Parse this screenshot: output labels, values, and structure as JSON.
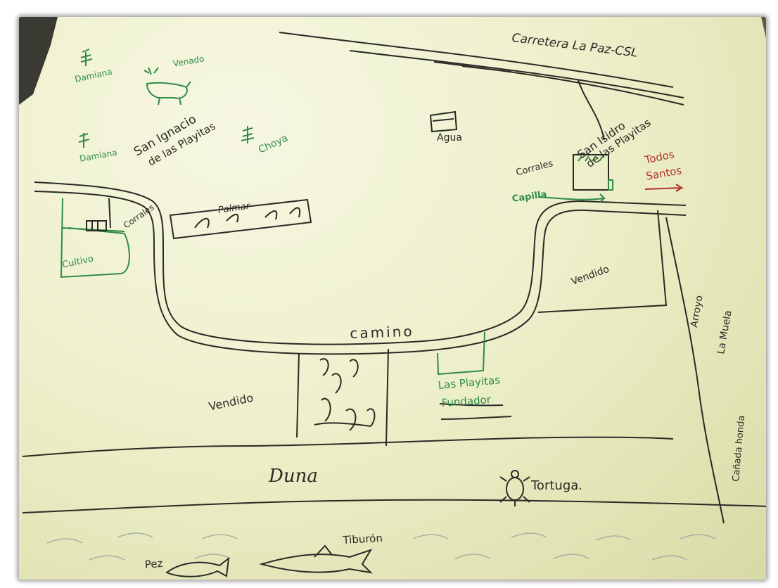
{
  "map": {
    "labels": {
      "carretera": "Carretera La Paz-CSL",
      "damiana_1": "Damiana",
      "venado": "Venado",
      "damiana_2": "Damiana",
      "san_ignacio": "San Ignacio",
      "de_las_playitas_1": "de las Playitas",
      "choya": "Choya",
      "agua": "Agua",
      "san_isidro": "San Isidro",
      "de_las_playitas_2": "de las Playitas",
      "corrales_right": "Corrales",
      "capilla": "Capilla",
      "todos_santos_1": "Todos",
      "todos_santos_2": "Santos",
      "corrales_left": "Corrales",
      "cultivo": "Cultivo",
      "palmar": "Palmar",
      "vendido_right": "Vendido",
      "arroyo": "Arroyo",
      "la_muela": "La Muela",
      "camino": "camino",
      "vendido_left": "Vendido",
      "las_playitas": "Las Playitas",
      "fundador": "Fundador",
      "canada_honda": "Cañada honda",
      "duna": "Duna",
      "tortuga": "Tortuga.",
      "tiburon": "Tiburón",
      "pez": "Pez"
    },
    "colors": {
      "paper": "#eef0c9",
      "ink_dark": "#2a2a25",
      "ink_green": "#2e8c45",
      "ink_red": "#b3322a"
    }
  }
}
